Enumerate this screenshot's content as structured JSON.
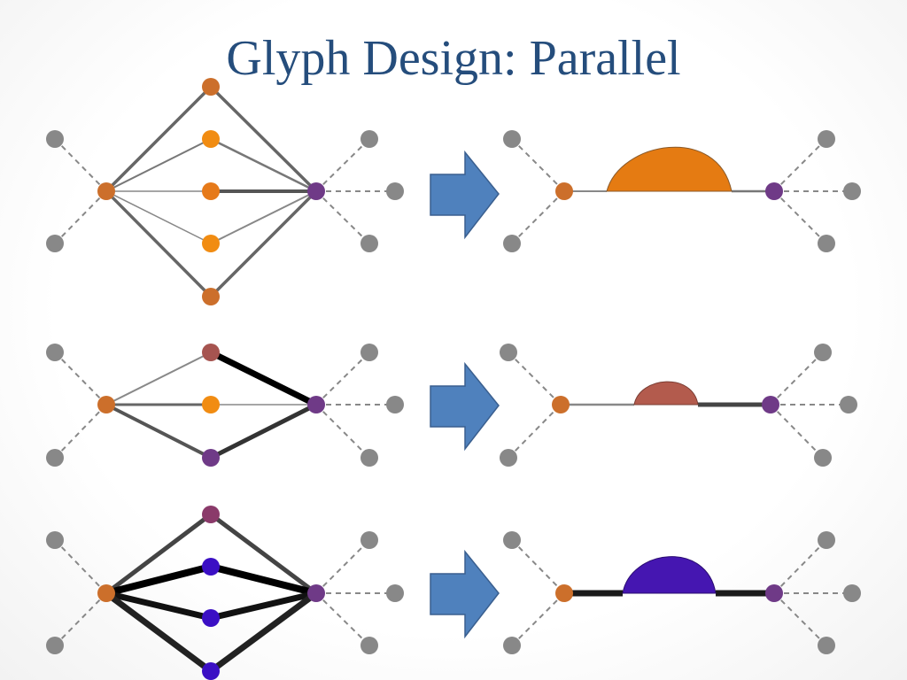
{
  "slide": {
    "title": "Glyph Design: Parallel"
  },
  "colors": {
    "gray_node": "#888888",
    "dash_edge": "#888888",
    "orange_node": "#cc6f2b",
    "bright_orange_node": "#f18c12",
    "purple_node": "#6f3a87",
    "red_node": "#a65450",
    "plum_node": "#8a3a6a",
    "blue_node": "#3b0fc4",
    "arrow_fill": "#4f81bd",
    "arrow_stroke": "#3a5f8f",
    "glyph_orange": "#e57b12",
    "glyph_red": "#b35b4d",
    "glyph_blue": "#4516b1"
  },
  "diagrams": [
    {
      "name": "row-1",
      "left_network": "five parallel paths",
      "glyph": "orange"
    },
    {
      "name": "row-2",
      "left_network": "three parallel paths",
      "glyph": "red"
    },
    {
      "name": "row-3",
      "left_network": "four parallel paths, heavy edges",
      "glyph": "blue"
    }
  ]
}
